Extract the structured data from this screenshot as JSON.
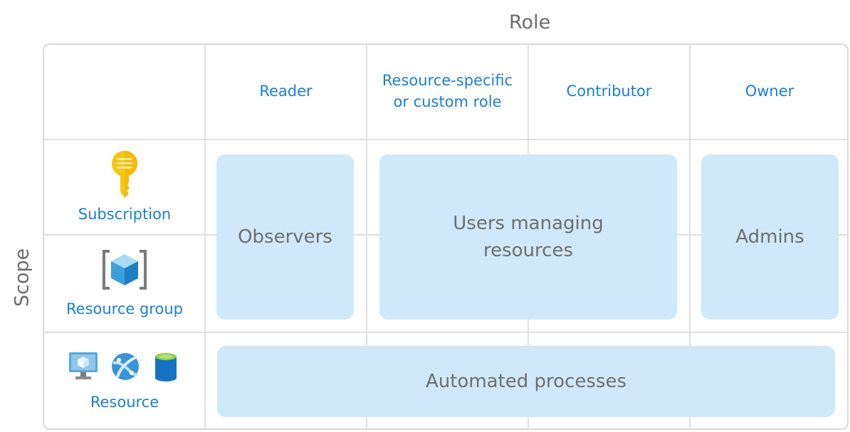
{
  "axis": {
    "role_title": "Role",
    "scope_title": "Scope"
  },
  "columns": [
    {
      "id": "reader",
      "lines": [
        "Reader"
      ]
    },
    {
      "id": "resource-specific",
      "lines": [
        "Resource-specific",
        "or custom role"
      ]
    },
    {
      "id": "contributor",
      "lines": [
        "Contributor"
      ]
    },
    {
      "id": "owner",
      "lines": [
        "Owner"
      ]
    }
  ],
  "scopes": {
    "subscription": {
      "label": "Subscription",
      "icon": "key-icon"
    },
    "resource_group": {
      "label": "Resource group",
      "icon": "resource-group-cube-icon"
    },
    "resource": {
      "label": "Resource",
      "icons": [
        "virtual-machine-icon",
        "app-service-icon",
        "database-icon"
      ]
    }
  },
  "groups": {
    "observers": {
      "lines": [
        "Observers"
      ]
    },
    "users_managing": {
      "lines": [
        "Users managing",
        "resources"
      ]
    },
    "admins": {
      "lines": [
        "Admins"
      ]
    },
    "automated": {
      "lines": [
        "Automated processes"
      ]
    }
  },
  "colors": {
    "label_blue": "#1a7fd4",
    "box_fill": "#cfe9fa",
    "grid_line": "#e0e0e0",
    "box_text": "#6e6e6e",
    "key_gold": "#f6c614"
  }
}
